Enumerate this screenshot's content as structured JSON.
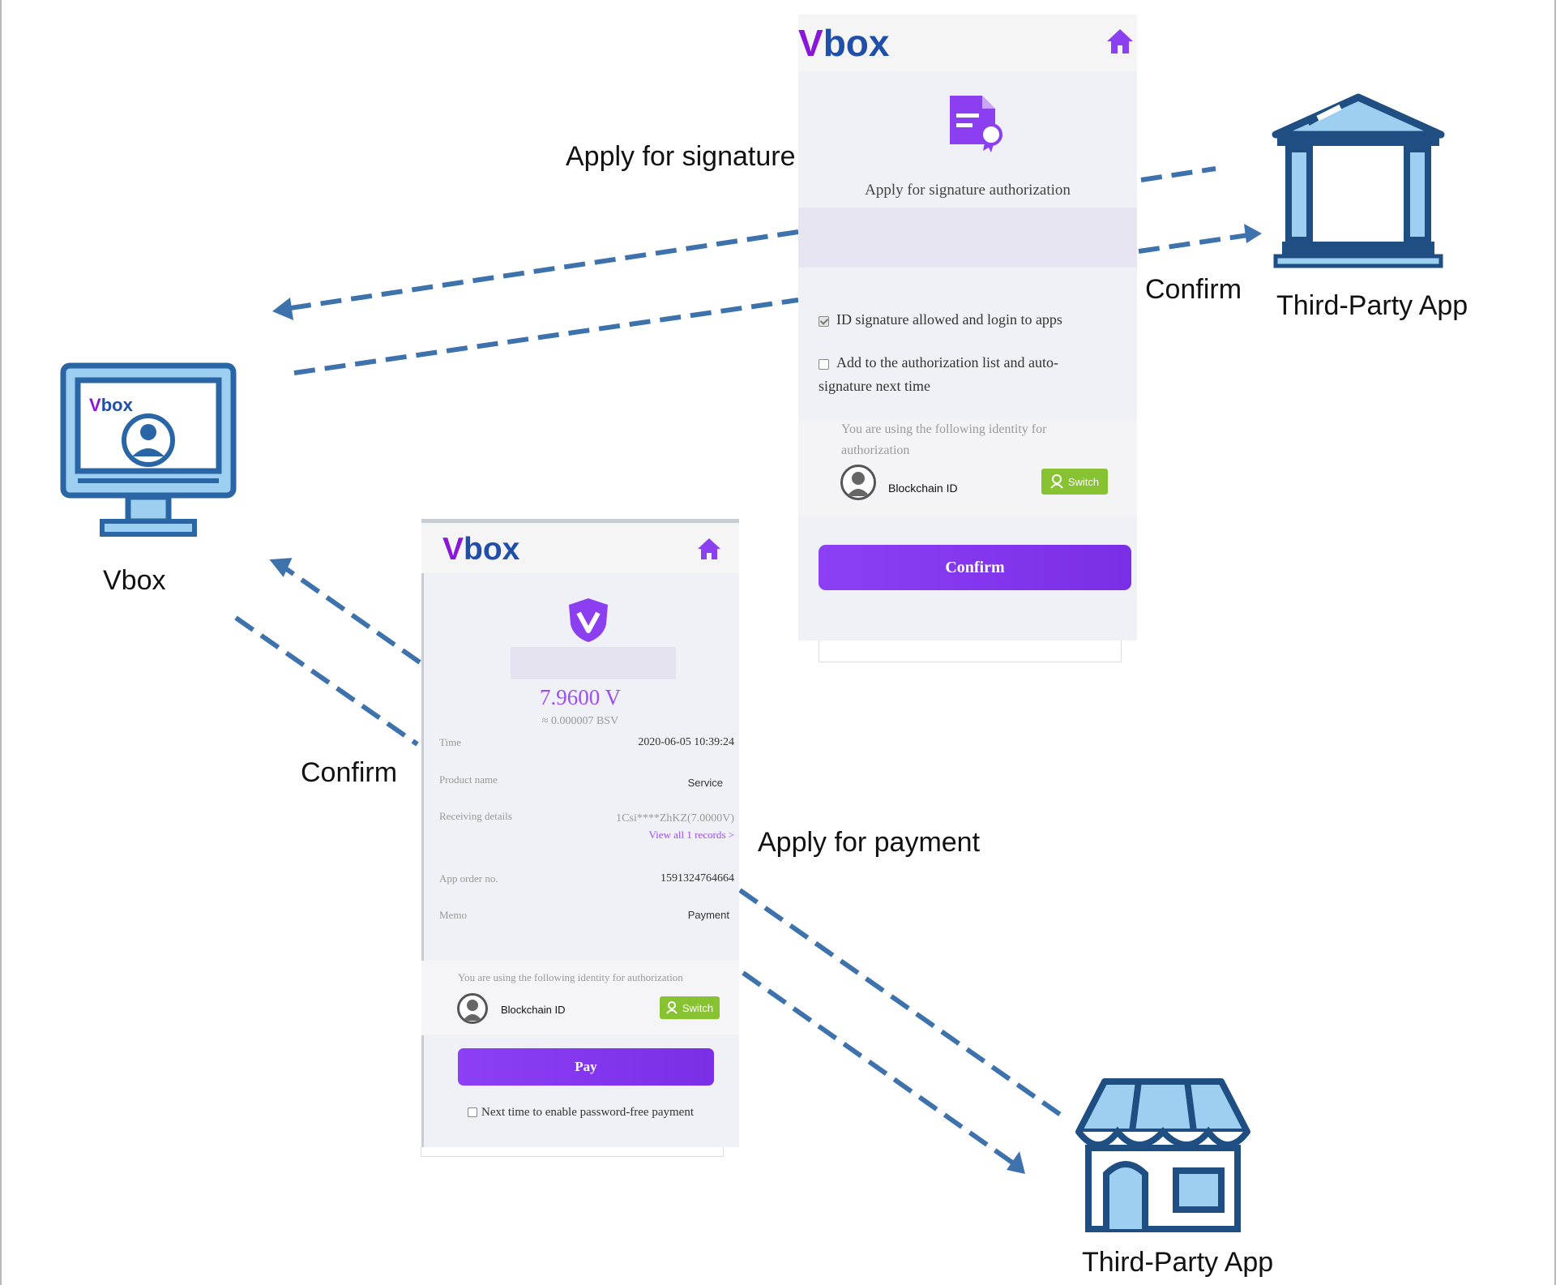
{
  "labels": {
    "apply_signature": "Apply for signature",
    "confirm_top": "Confirm",
    "third_party_top": "Third-Party App",
    "vbox": "Vbox",
    "confirm_left": "Confirm",
    "apply_payment": "Apply for payment",
    "third_party_bottom": "Third-Party App"
  },
  "computer_logo": {
    "v": "V",
    "rest": "box"
  },
  "signature_panel": {
    "logo_v": "V",
    "logo_rest": "box",
    "title": "Apply for signature authorization",
    "option1": "ID signature allowed and login to apps",
    "option1_checked": true,
    "option2_line1": "Add to the authorization list and auto-",
    "option2_line2": "signature next time",
    "option2_checked": false,
    "identity_line1": "You are using the following identity for",
    "identity_line2": "authorization",
    "identity_name": "Blockchain ID",
    "switch_label": "Switch",
    "confirm_label": "Confirm"
  },
  "payment_panel": {
    "logo_v": "V",
    "logo_rest": "box",
    "amount": "7.9600 V",
    "amount_bsv": "≈ 0.000007 BSV",
    "rows": [
      {
        "label": "Time",
        "value": "2020-06-05 10:39:24"
      },
      {
        "label": "Product name",
        "value": "Service"
      },
      {
        "label": "Receiving details",
        "value": "1Csi****ZhKZ(7.0000V)"
      },
      {
        "label": "App order no.",
        "value": "1591324764664"
      },
      {
        "label": "Memo",
        "value": "Payment"
      }
    ],
    "view_all": "View all 1 records >",
    "identity_line": "You are using the following identity for authorization",
    "identity_name": "Blockchain ID",
    "switch_label": "Switch",
    "pay_label": "Pay",
    "password_free": "Next time to enable password-free payment",
    "password_free_checked": false
  },
  "colors": {
    "arrow": "#3e72ad",
    "icon_dark": "#1f4f82",
    "icon_light": "#9dd0f0",
    "accent_purple": "#8b3ff0",
    "switch_green": "#86c232"
  }
}
